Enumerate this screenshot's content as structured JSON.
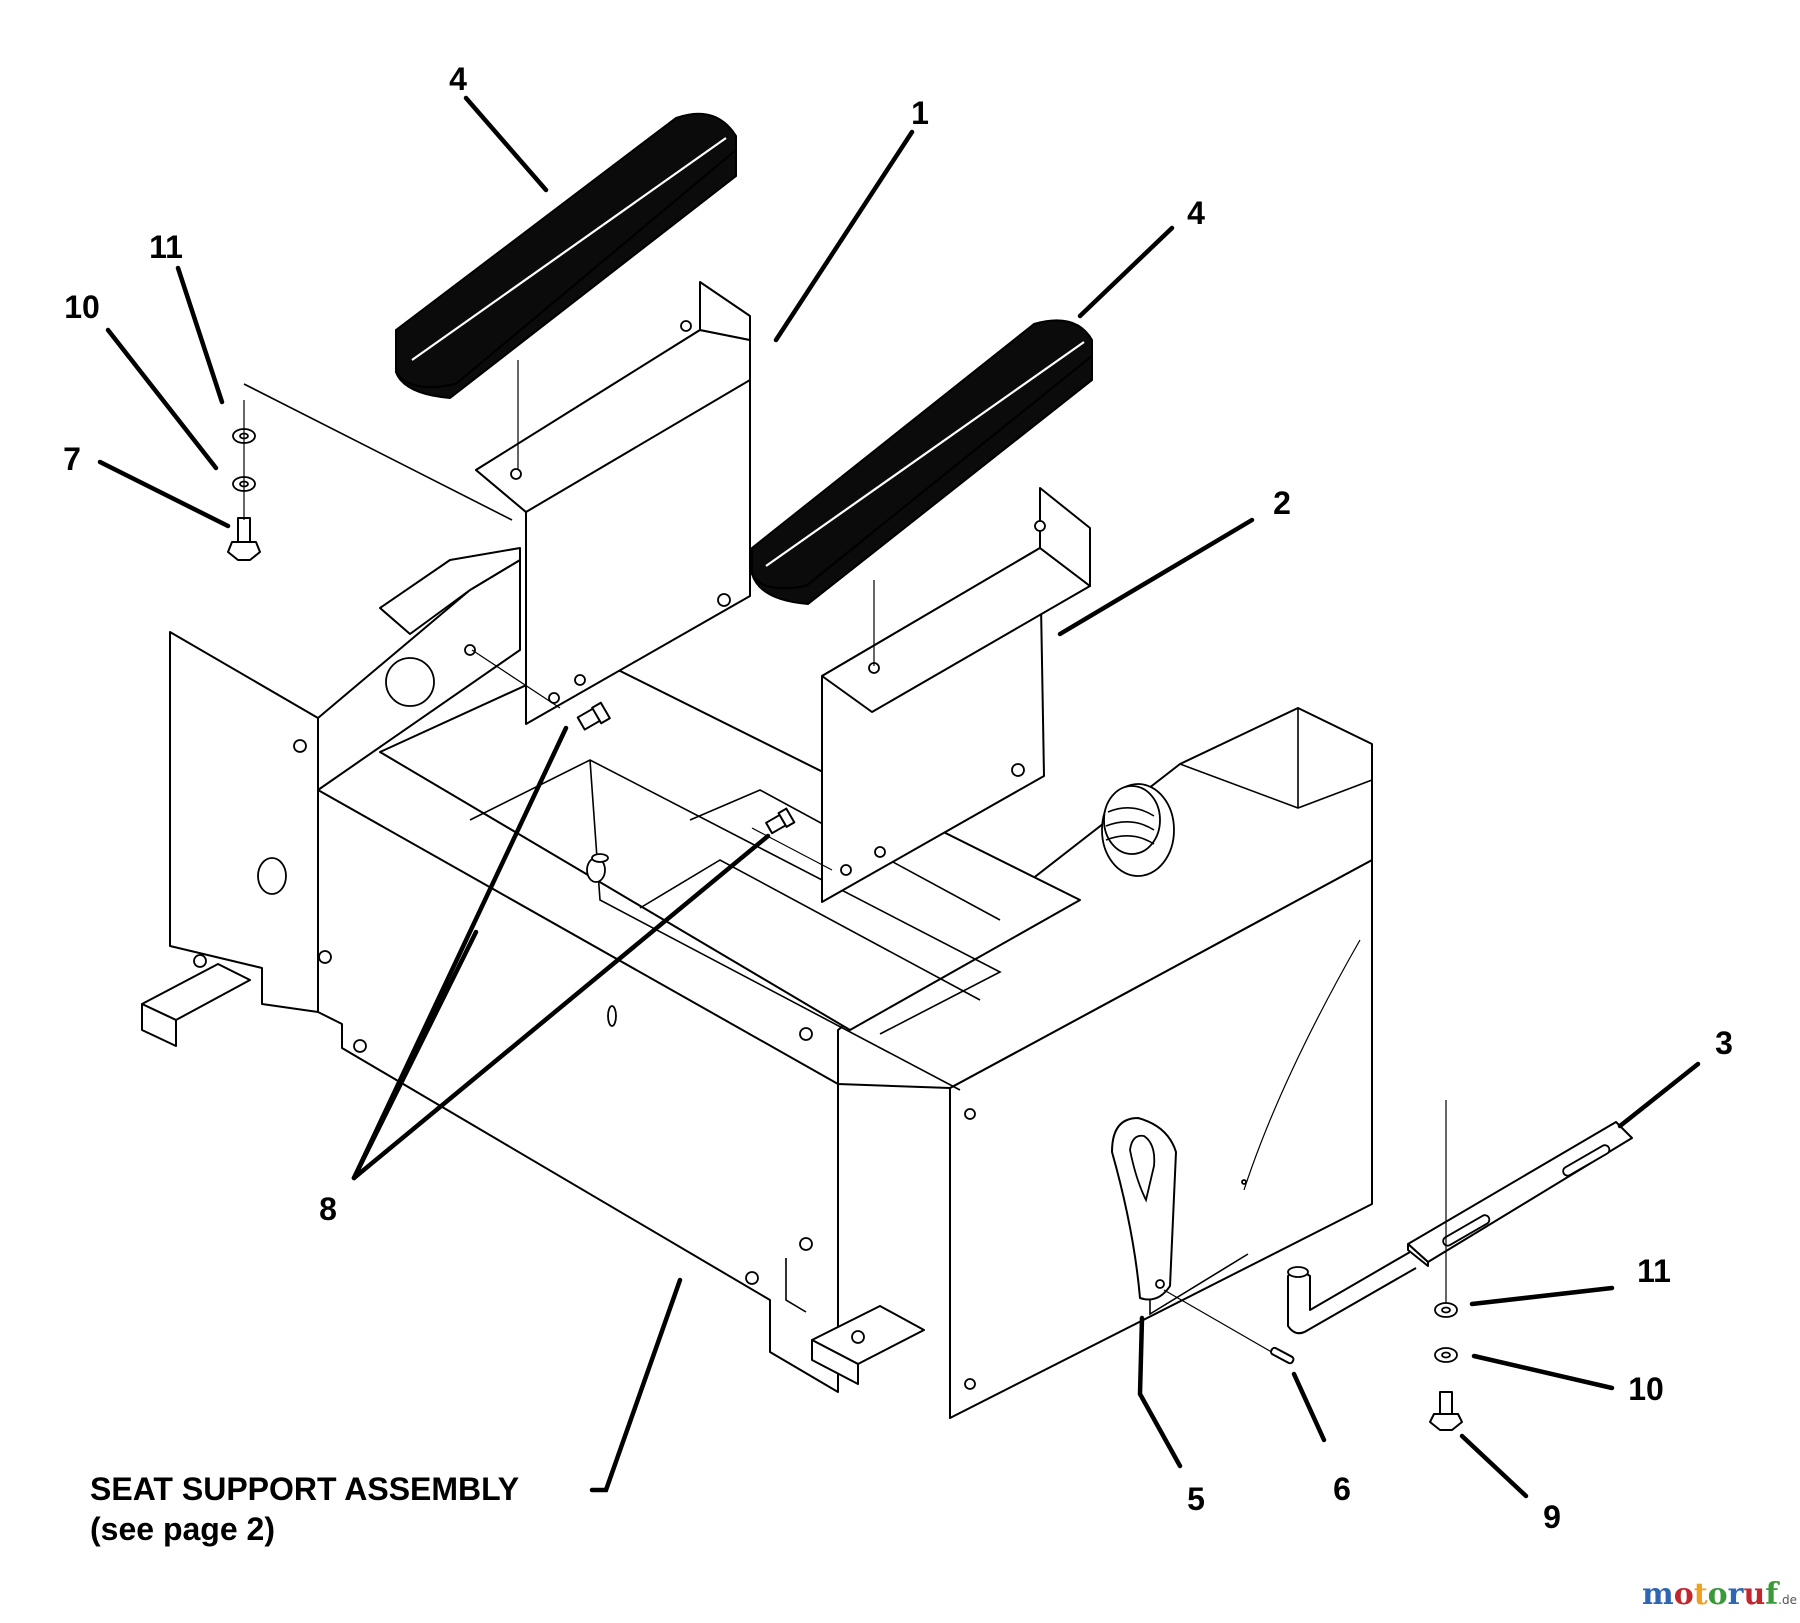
{
  "callouts": {
    "c1": "1",
    "c2": "2",
    "c3": "3",
    "c4a": "4",
    "c4b": "4",
    "c5": "5",
    "c6": "6",
    "c7": "7",
    "c8": "8",
    "c9": "9",
    "c10a": "10",
    "c10b": "10",
    "c11a": "11",
    "c11b": "11"
  },
  "caption": {
    "line1": "SEAT SUPPORT ASSEMBLY",
    "line2": "(see page 2)"
  },
  "watermark": {
    "m1": "m",
    "o1": "o",
    "t": "t",
    "o2": "o",
    "r": "r",
    "u": "u",
    "f": "f",
    "suffix": ".de",
    "colors": {
      "m": "#2f66b3",
      "o1": "#c1272d",
      "t": "#f0a020",
      "o2": "#3a9a3a",
      "r": "#2f66b3",
      "u": "#c1272d",
      "f": "#3a9a3a",
      "suffix": "#555555"
    }
  }
}
